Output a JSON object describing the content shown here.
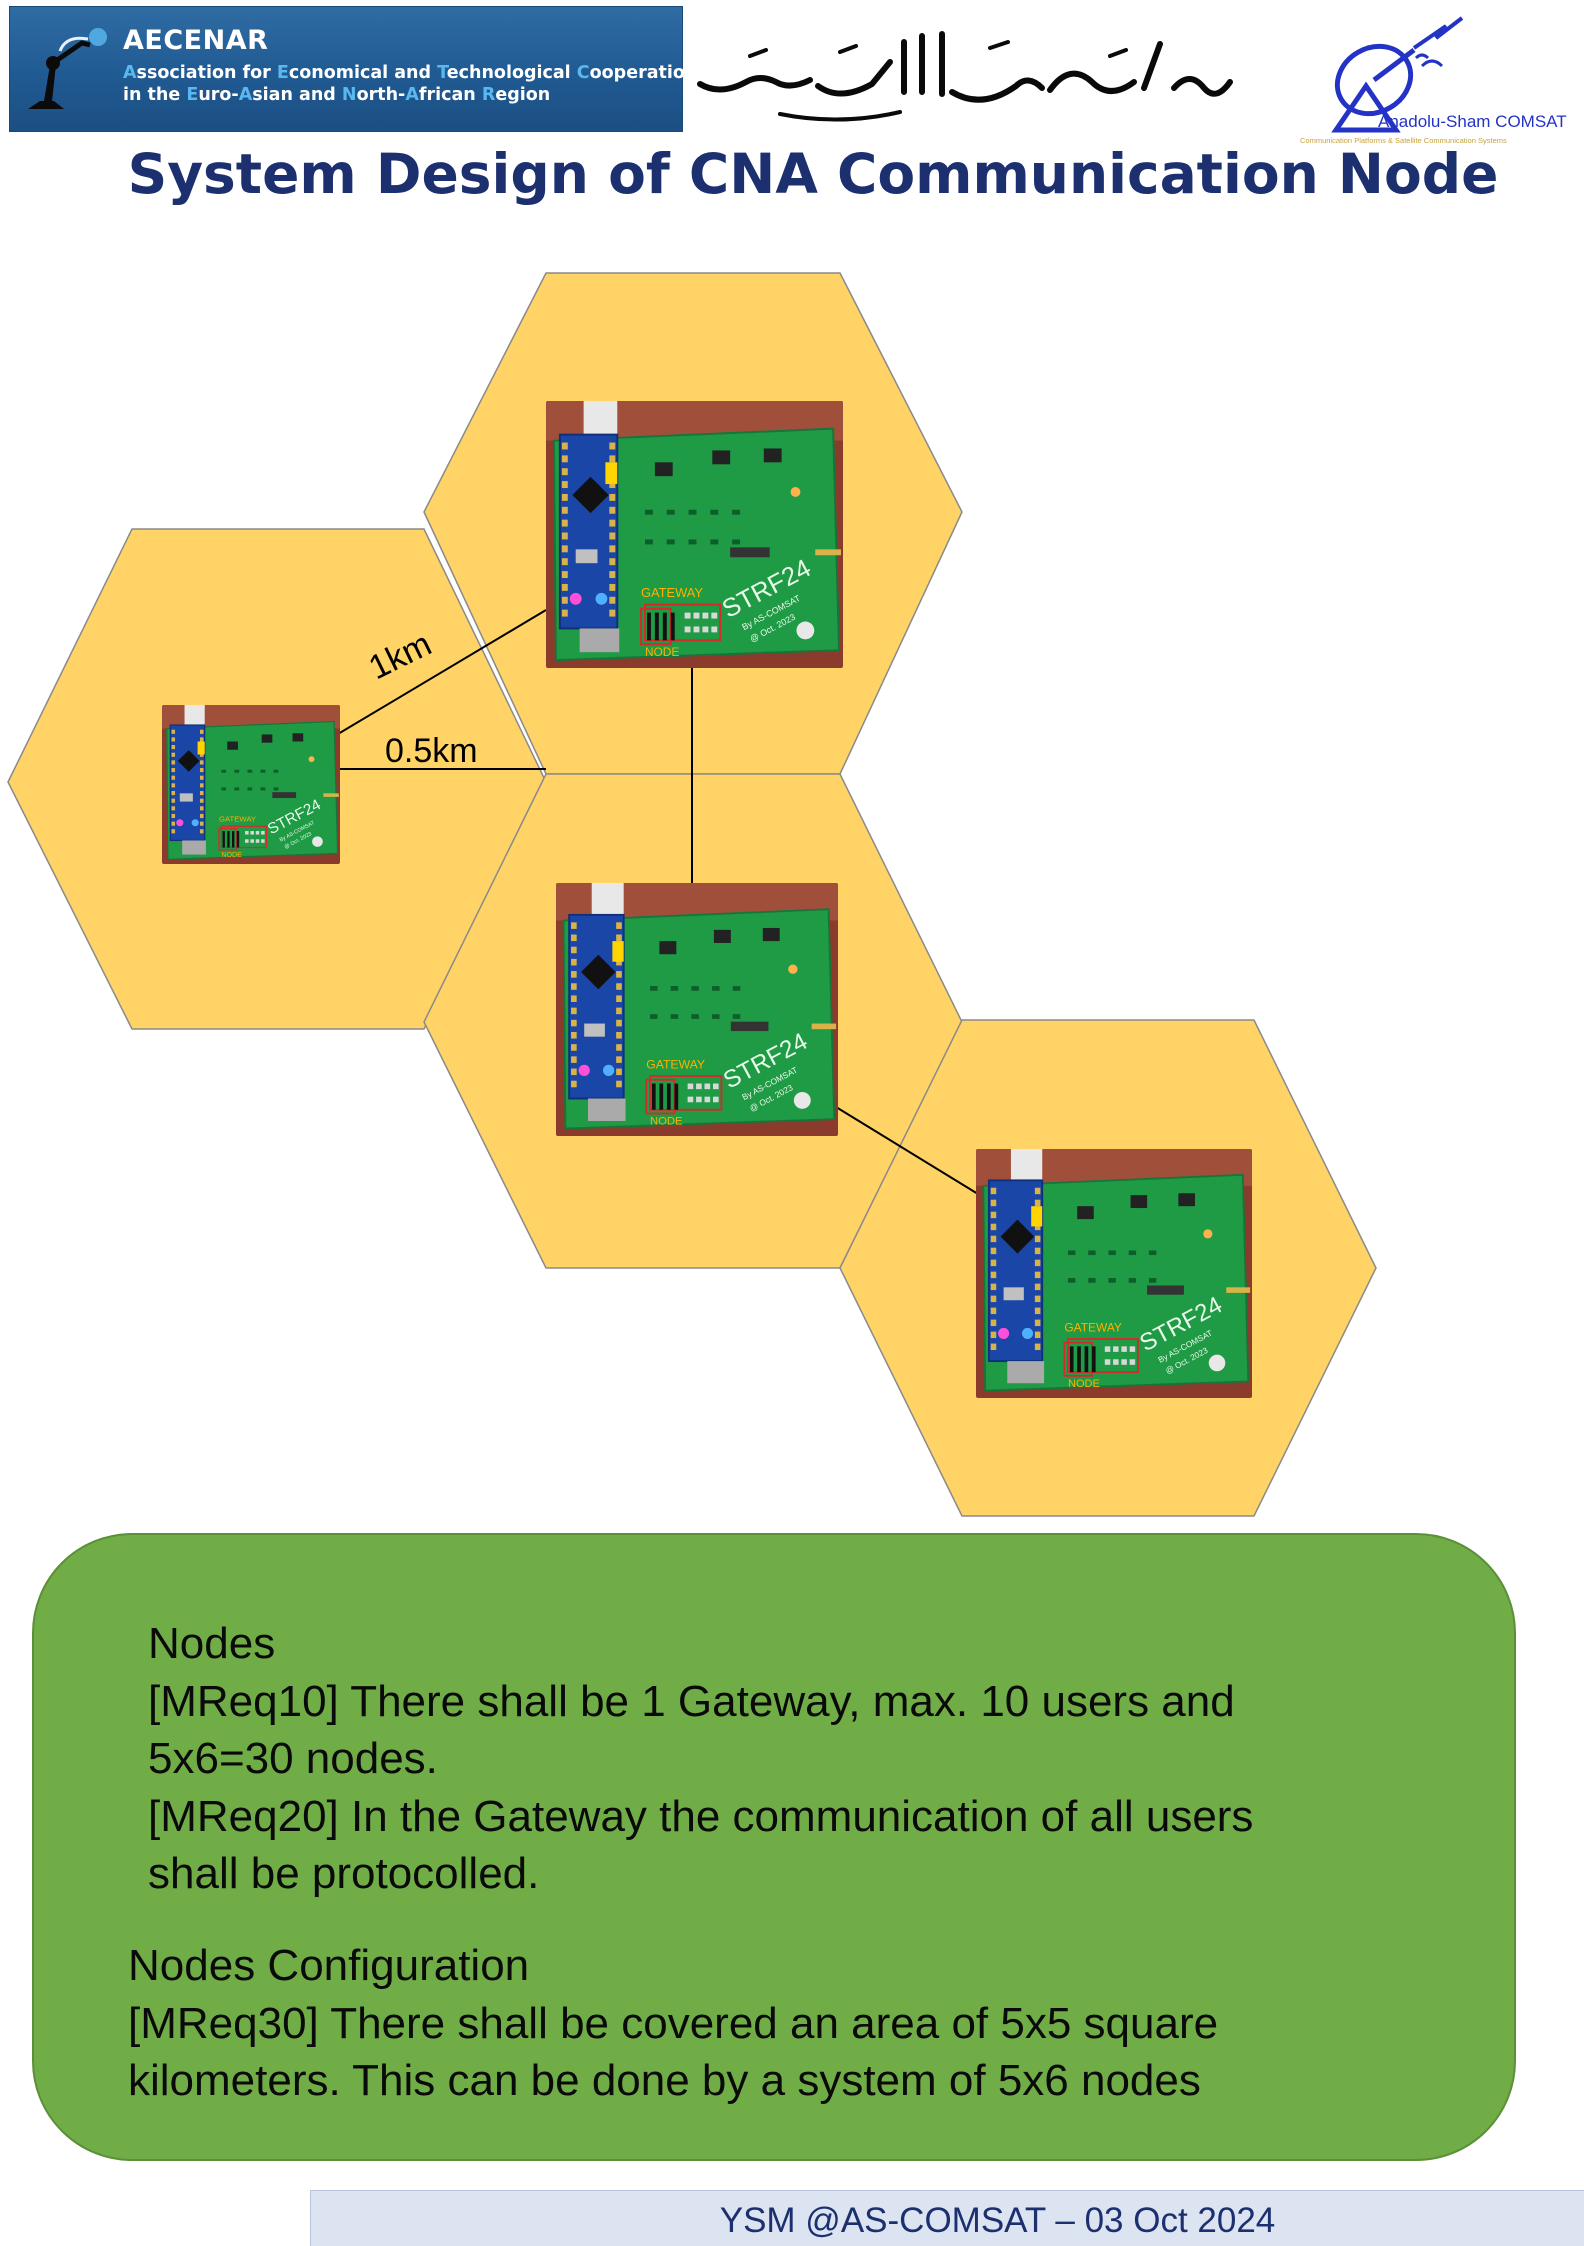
{
  "header": {
    "org_name": "AECENAR",
    "org_line1": [
      {
        "cap": "A",
        "rest": "ssociation for "
      },
      {
        "cap": "E",
        "rest": "conomical and "
      },
      {
        "cap": "T",
        "rest": "echnological "
      },
      {
        "cap": "C",
        "rest": "ooperation"
      }
    ],
    "org_line2": [
      {
        "cap": "",
        "rest": "in the "
      },
      {
        "cap": "E",
        "rest": "uro-"
      },
      {
        "cap": "A",
        "rest": "sian and "
      },
      {
        "cap": "N",
        "rest": "orth-"
      },
      {
        "cap": "A",
        "rest": "frican "
      },
      {
        "cap": "R",
        "rest": "egion"
      }
    ],
    "partner_name": "Anadolu-Sham COMSAT",
    "partner_tagline": "Communication Platforms & Satellite Communication Systems",
    "title": "System Design of CNA Communication Node"
  },
  "diagram": {
    "board_text": {
      "model": "STRF24",
      "credit": "By AS-COMSAT",
      "date": "@ Oct. 2023",
      "label_gateway": "GATEWAY",
      "label_node": "NODE"
    },
    "distance_1": "1km",
    "distance_2": "0.5km",
    "colors": {
      "hexagon_fill": "#ffd366",
      "hexagon_stroke": "#8a8a8a",
      "board_green": "#1f9a45",
      "link_line": "#000000"
    }
  },
  "requirements": {
    "block1": [
      "Nodes",
      "[MReq10] There shall be 1 Gateway, max. 10 users and",
      "5x6=30 nodes.",
      "[MReq20] In the Gateway the communication of all users",
      "shall be protocolled."
    ],
    "block2": [
      "Nodes Configuration",
      "[MReq30]  There shall be covered an area of 5x5 square",
      "kilometers. This can be done by a system of 5x6 nodes"
    ],
    "panel_color": "#71ad47"
  },
  "footer": {
    "text": "YSM @AS-COMSAT – 03 Oct 2024"
  }
}
